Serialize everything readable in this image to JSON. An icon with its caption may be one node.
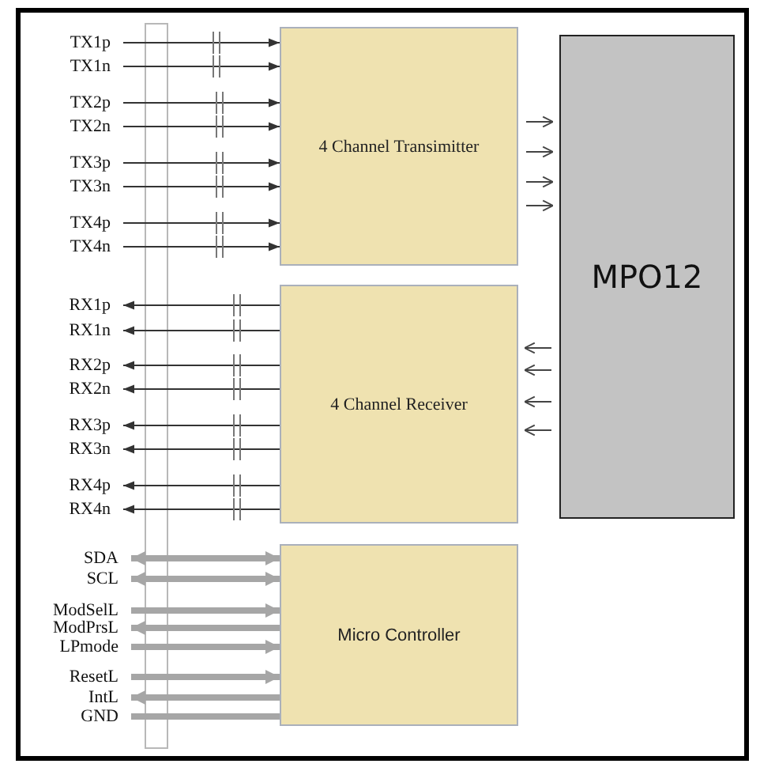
{
  "diagram": {
    "nodes": [
      {
        "text": [
          "4 Channel Transimitter"
        ]
      },
      {
        "text": [
          "4 Channel Receiver"
        ]
      },
      {
        "text": [
          "Micro Controller"
        ]
      },
      {
        "text": [
          "MPO12"
        ]
      },
      {
        "text": [
          "TX1p"
        ]
      },
      {
        "text": [
          "TX1n"
        ]
      },
      {
        "text": [
          "TX2p"
        ]
      },
      {
        "text": [
          "TX2n"
        ]
      },
      {
        "text": [
          "TX3p"
        ]
      },
      {
        "text": [
          "TX3n"
        ]
      },
      {
        "text": [
          "TX4p"
        ]
      },
      {
        "text": [
          "TX4n"
        ]
      },
      {
        "text": [
          "RX1p"
        ]
      },
      {
        "text": [
          "RX1n"
        ]
      },
      {
        "text": [
          "RX2p"
        ]
      },
      {
        "text": [
          "RX2n"
        ]
      },
      {
        "text": [
          "RX3p"
        ]
      },
      {
        "text": [
          "RX3n"
        ]
      },
      {
        "text": [
          "RX4p"
        ]
      },
      {
        "text": [
          "RX4n"
        ]
      },
      {
        "text": [
          "SDA"
        ]
      },
      {
        "text": [
          "SCL"
        ]
      },
      {
        "text": [
          "ModSelL"
        ]
      },
      {
        "text": [
          "ModPrsL"
        ]
      },
      {
        "text": [
          "LPmode"
        ]
      },
      {
        "text": [
          "ResetL"
        ]
      },
      {
        "text": [
          "IntL"
        ]
      },
      {
        "text": [
          "GND"
        ]
      }
    ],
    "edges": [
      {
        "from": 4,
        "to": 0,
        "arrow": "to"
      },
      {
        "from": 5,
        "to": 0,
        "arrow": "to"
      },
      {
        "from": 6,
        "to": 0,
        "arrow": "to"
      },
      {
        "from": 7,
        "to": 0,
        "arrow": "to"
      },
      {
        "from": 8,
        "to": 0,
        "arrow": "to"
      },
      {
        "from": 9,
        "to": 0,
        "arrow": "to"
      },
      {
        "from": 10,
        "to": 0,
        "arrow": "to"
      },
      {
        "from": 11,
        "to": 0,
        "arrow": "to"
      },
      {
        "from": 1,
        "to": 12,
        "arrow": "to"
      },
      {
        "from": 1,
        "to": 13,
        "arrow": "to"
      },
      {
        "from": 1,
        "to": 14,
        "arrow": "to"
      },
      {
        "from": 1,
        "to": 15,
        "arrow": "to"
      },
      {
        "from": 1,
        "to": 16,
        "arrow": "to"
      },
      {
        "from": 1,
        "to": 17,
        "arrow": "to"
      },
      {
        "from": 1,
        "to": 18,
        "arrow": "to"
      },
      {
        "from": 1,
        "to": 19,
        "arrow": "to"
      },
      {
        "from": 20,
        "to": 2,
        "arrow": "both",
        "style": "thick",
        "color": "#a6a6a6"
      },
      {
        "from": 21,
        "to": 2,
        "arrow": "both",
        "style": "thick",
        "color": "#a6a6a6"
      },
      {
        "from": 22,
        "to": 2,
        "arrow": "to",
        "style": "thick",
        "color": "#a6a6a6"
      },
      {
        "from": 2,
        "to": 23,
        "arrow": "to",
        "style": "thick",
        "color": "#a6a6a6"
      },
      {
        "from": 24,
        "to": 2,
        "arrow": "to",
        "style": "thick",
        "color": "#a6a6a6"
      },
      {
        "from": 25,
        "to": 2,
        "arrow": "to",
        "style": "thick",
        "color": "#a6a6a6"
      },
      {
        "from": 2,
        "to": 26,
        "arrow": "to",
        "style": "thick",
        "color": "#a6a6a6"
      },
      {
        "from": 27,
        "to": 2,
        "arrow": "none",
        "style": "thick",
        "color": "#a6a6a6"
      },
      {
        "from": 0,
        "to": 3,
        "arrow": "to"
      },
      {
        "from": 0,
        "to": 3,
        "arrow": "to"
      },
      {
        "from": 0,
        "to": 3,
        "arrow": "to"
      },
      {
        "from": 0,
        "to": 3,
        "arrow": "to"
      },
      {
        "from": 3,
        "to": 1,
        "arrow": "to"
      },
      {
        "from": 3,
        "to": 1,
        "arrow": "to"
      },
      {
        "from": 3,
        "to": 1,
        "arrow": "to"
      },
      {
        "from": 3,
        "to": 1,
        "arrow": "to"
      }
    ]
  }
}
